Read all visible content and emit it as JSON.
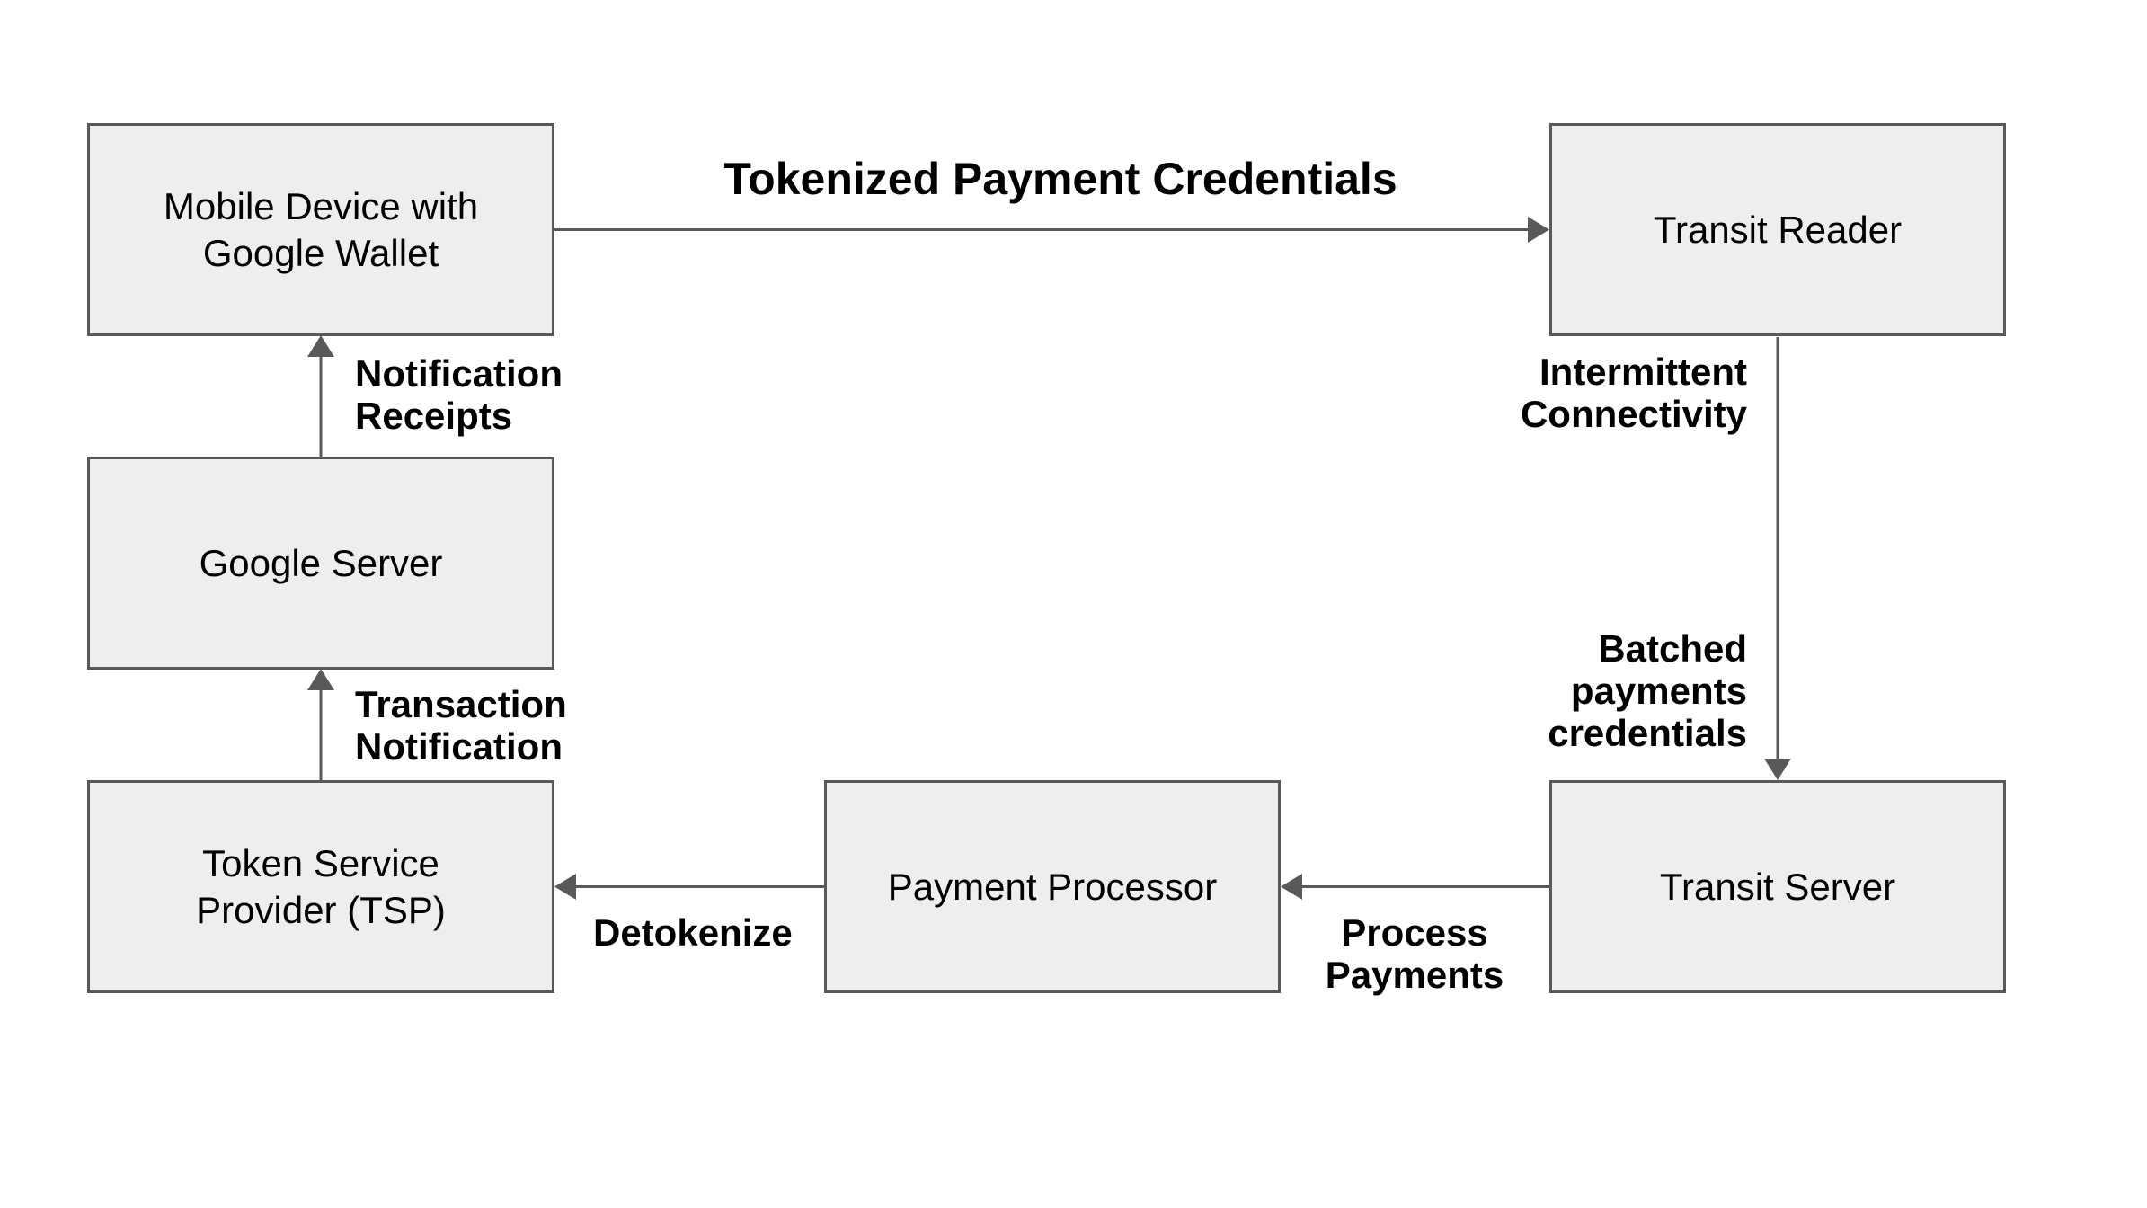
{
  "colors": {
    "background": "#ffffff",
    "node_fill": "#eeeeee",
    "node_border": "#595959",
    "arrow": "#595959",
    "text": "#000000"
  },
  "nodes": [
    {
      "id": "mobile-device",
      "label": "Mobile Device with\nGoogle Wallet"
    },
    {
      "id": "transit-reader",
      "label": "Transit Reader"
    },
    {
      "id": "google-server",
      "label": "Google Server"
    },
    {
      "id": "token-service-provider",
      "label": "Token Service\nProvider (TSP)"
    },
    {
      "id": "payment-processor",
      "label": "Payment Processor"
    },
    {
      "id": "transit-server",
      "label": "Transit Server"
    }
  ],
  "edges": [
    {
      "id": "tokenized-payment-credentials",
      "from": "mobile-device",
      "to": "transit-reader",
      "labels": [
        "Tokenized Payment Credentials"
      ]
    },
    {
      "id": "reader-to-transit-server",
      "from": "transit-reader",
      "to": "transit-server",
      "labels": [
        "Intermittent\nConnectivity",
        "Batched\npayments\ncredentials"
      ]
    },
    {
      "id": "process-payments",
      "from": "transit-server",
      "to": "payment-processor",
      "labels": [
        "Process\nPayments"
      ]
    },
    {
      "id": "detokenize",
      "from": "payment-processor",
      "to": "token-service-provider",
      "labels": [
        "Detokenize"
      ]
    },
    {
      "id": "transaction-notification",
      "from": "token-service-provider",
      "to": "google-server",
      "labels": [
        "Transaction\nNotification"
      ]
    },
    {
      "id": "notification-receipts",
      "from": "google-server",
      "to": "mobile-device",
      "labels": [
        "Notification\nReceipts"
      ]
    }
  ]
}
